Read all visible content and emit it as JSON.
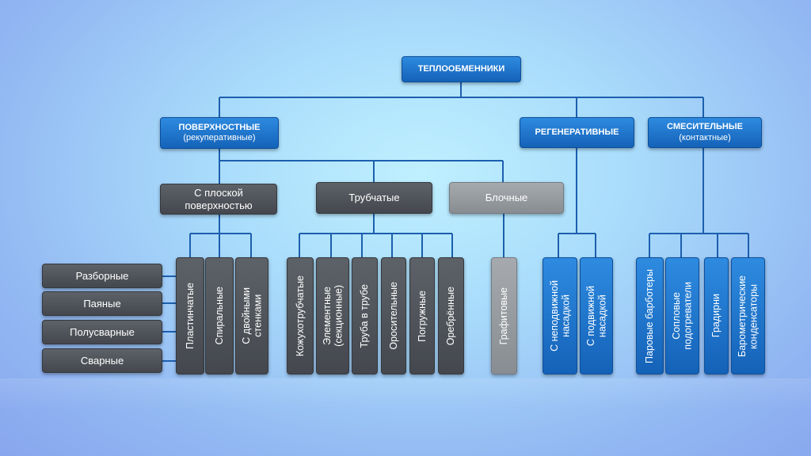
{
  "root": {
    "label": "ТЕПЛООБМЕННИКИ"
  },
  "level1": [
    {
      "id": "surface",
      "line1": "ПОВЕРХНОСТНЫЕ",
      "line2": "(рекуперативные)"
    },
    {
      "id": "regen",
      "line1": "РЕГЕНЕРАТИВНЫЕ"
    },
    {
      "id": "mixing",
      "line1": "СМЕСИТЕЛЬНЫЕ",
      "line2": "(контактные)"
    }
  ],
  "level2": [
    {
      "id": "flat",
      "line1": "С плоской",
      "line2": "поверхностью"
    },
    {
      "id": "tubular",
      "line1": "Трубчатые"
    },
    {
      "id": "block",
      "line1": "Блочные"
    }
  ],
  "flat_side": [
    "Разборные",
    "Паяные",
    "Полусварные",
    "Сварные"
  ],
  "flat_children": [
    {
      "line1": "Пластинчатые"
    },
    {
      "line1": "Спиральные"
    },
    {
      "line1": "С двойными",
      "line2": "стенками"
    }
  ],
  "tubular_children": [
    {
      "line1": "Кожухотрубчатые"
    },
    {
      "line1": "Элементные",
      "line2": "(секционные)"
    },
    {
      "line1": "Труба в трубе"
    },
    {
      "line1": "Оросительные"
    },
    {
      "line1": "Погружные"
    },
    {
      "line1": "Оребрённые"
    }
  ],
  "block_children": [
    {
      "line1": "Графитовые"
    }
  ],
  "regen_children": [
    {
      "line1": "С неподвижной",
      "line2": "насадкой"
    },
    {
      "line1": "С подвижной",
      "line2": "насадкой"
    }
  ],
  "mixing_children": [
    {
      "line1": "Паровые барботеры"
    },
    {
      "line1": "Сопловые",
      "line2": "подогреватели"
    },
    {
      "line1": "Градирни"
    },
    {
      "line1": "Барометрические",
      "line2": "конденсаторы"
    }
  ],
  "colors": {
    "blue": "#1f74cc",
    "dark": "#4f5358",
    "gray": "#989ca1",
    "wire": "#1d5fae"
  }
}
